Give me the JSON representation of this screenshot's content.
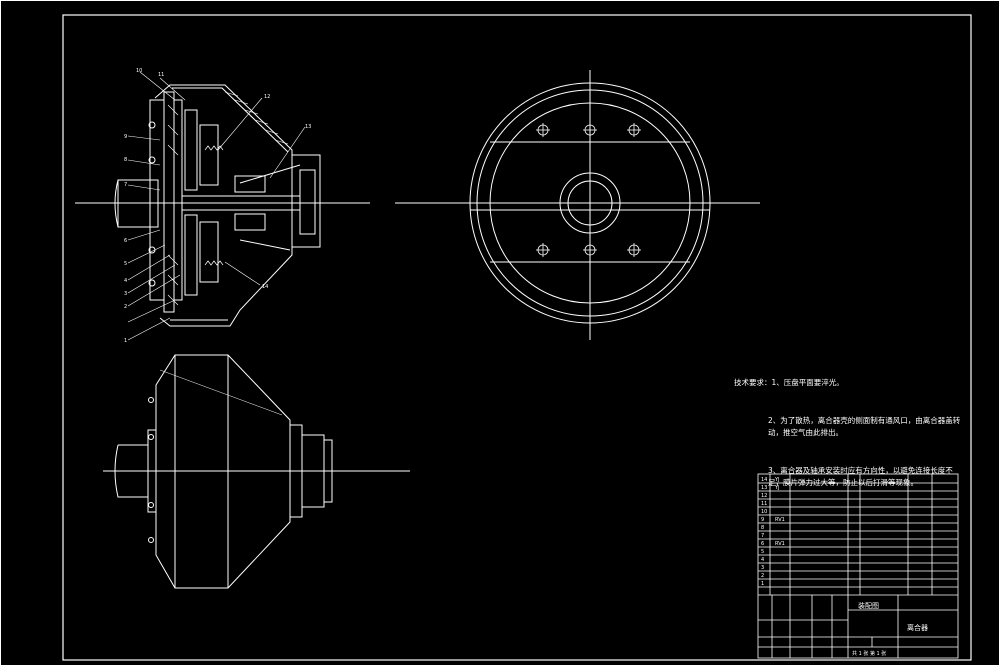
{
  "drawing": {
    "tech_notes": {
      "title": "技术要求：",
      "lines": [
        "1、压盘平面要淬光。",
        "2、为了散热，离合器壳的侧面制有通风口，由离合器盖转动，推空气由此排出。",
        "3、离合器及轴承安装时应有方向性，以避免连接长度不足，膜片弹力过大等，防止以后打滑等现象。"
      ]
    },
    "callouts": [
      "10",
      "11",
      "12",
      "13",
      "14",
      "9",
      "8",
      "7",
      "6",
      "5",
      "4",
      "3",
      "2",
      "1"
    ],
    "parts_list": [
      {
        "no": "14",
        "code": "YJ"
      },
      {
        "no": "13",
        "code": "YJ"
      },
      {
        "no": "12",
        "code": ""
      },
      {
        "no": "11",
        "code": ""
      },
      {
        "no": "10",
        "code": ""
      },
      {
        "no": "9",
        "code": "RV1"
      },
      {
        "no": "8",
        "code": ""
      },
      {
        "no": "7",
        "code": ""
      },
      {
        "no": "6",
        "code": "RV1"
      },
      {
        "no": "5",
        "code": ""
      },
      {
        "no": "4",
        "code": ""
      },
      {
        "no": "3",
        "code": ""
      },
      {
        "no": "2",
        "code": ""
      },
      {
        "no": "1",
        "code": ""
      }
    ],
    "title_block": {
      "drawing_name": "装配图",
      "part_name": "离合器",
      "sheet": "共 1 张 第 1 张"
    }
  },
  "colors": {
    "background": "#000000",
    "line": "#ffffff"
  }
}
